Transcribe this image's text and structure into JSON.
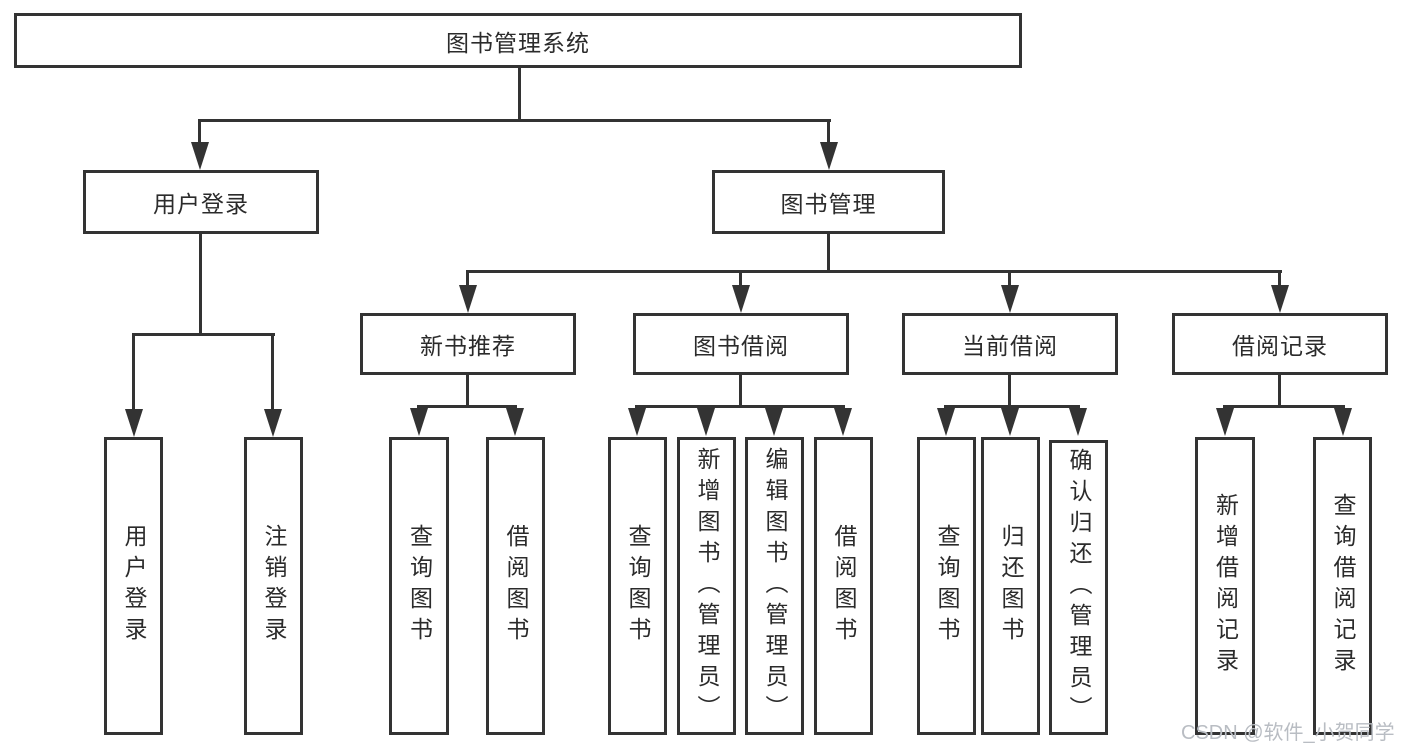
{
  "diagram": {
    "root": {
      "label": "图书管理系统"
    },
    "branches": [
      {
        "label": "用户登录",
        "children": [
          {
            "label": "用户登录"
          },
          {
            "label": "注销登录"
          }
        ]
      },
      {
        "label": "图书管理",
        "children": [
          {
            "label": "新书推荐",
            "children": [
              {
                "label": "查询图书"
              },
              {
                "label": "借阅图书"
              }
            ]
          },
          {
            "label": "图书借阅",
            "children": [
              {
                "label": "查询图书"
              },
              {
                "label": "新增图书（管理员）"
              },
              {
                "label": "编辑图书（管理员）"
              },
              {
                "label": "借阅图书"
              }
            ]
          },
          {
            "label": "当前借阅",
            "children": [
              {
                "label": "查询图书"
              },
              {
                "label": "归还图书"
              },
              {
                "label": "确认归还（管理员）"
              }
            ]
          },
          {
            "label": "借阅记录",
            "children": [
              {
                "label": "新增借阅记录"
              },
              {
                "label": "查询借阅记录"
              }
            ]
          }
        ]
      }
    ]
  },
  "watermark": {
    "text": "CSDN @软件_小贺同学"
  },
  "colors": {
    "line": "#333333",
    "border": "#333333",
    "text": "#2b2b2b",
    "background": "#ffffff",
    "watermark": "#b9bdc3"
  }
}
